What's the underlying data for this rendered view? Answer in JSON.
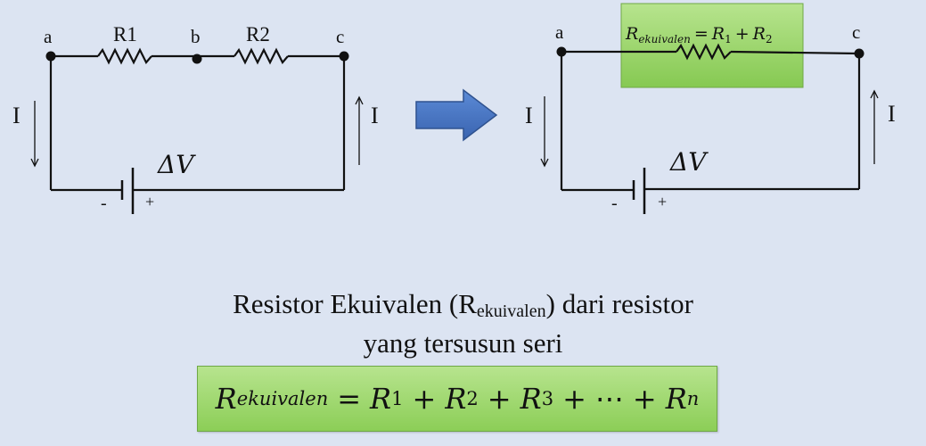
{
  "left_circuit": {
    "node_a": "a",
    "node_b": "b",
    "node_c": "c",
    "r1": "R1",
    "r2": "R2",
    "current_left": "I",
    "current_right": "I",
    "voltage": "ΔV",
    "minus": "-",
    "plus": "+"
  },
  "right_circuit": {
    "node_a": "a",
    "node_c": "c",
    "equiv_label": {
      "main": "R",
      "sub": "ekuivalen",
      "eq": "=",
      "r1": "R",
      "r1_sub": "1",
      "plus": "+",
      "r2": "R",
      "r2_sub": "2"
    },
    "current_left": "I",
    "current_right": "I",
    "voltage": "ΔV",
    "minus": "-",
    "plus": "+"
  },
  "caption": {
    "line1_before": "Resistor Ekuivalen (R",
    "line1_sub": "ekuivalen",
    "line1_after": ") dari resistor",
    "line2": "yang tersusun seri"
  },
  "formula": {
    "lhs": "R",
    "lhs_sub": "ekuivalen",
    "eq": "=",
    "t1": "R",
    "t1_sub": "1",
    "plus1": "+",
    "t2": "R",
    "t2_sub": "2",
    "plus2": "+",
    "t3": "R",
    "t3_sub": "3",
    "plus3": "+",
    "dots": "⋯",
    "plus4": "+",
    "tn": "R",
    "tn_sub": "n"
  },
  "colors": {
    "background": "#dce4f2",
    "arrow": "#4472c4",
    "green_box": "#92d050"
  }
}
